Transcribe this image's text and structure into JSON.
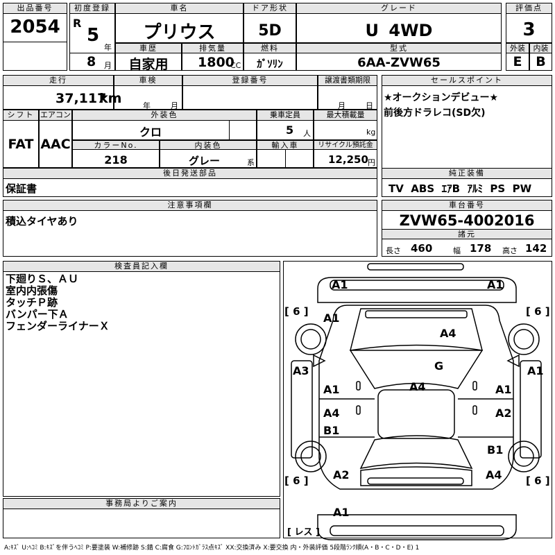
{
  "header": {
    "lot_no_label": "出品番号",
    "lot_no": "2054",
    "reg_label": "初度登録",
    "era": "R",
    "reg_year": "5",
    "year_unit": "年",
    "reg_month": "8",
    "month_unit": "月",
    "car_name_label": "車名",
    "car_name": "プリウス",
    "door_label": "ドア形状",
    "door": "5D",
    "grade_label": "グレード",
    "grade": "U 4WD",
    "score_label": "評価点",
    "score": "3",
    "history_label": "車歴",
    "history": "自家用",
    "displacement_label": "排気量",
    "displacement": "1800",
    "cc_unit": "CC",
    "fuel_label": "燃料",
    "fuel": "ｶﾞｿﾘﾝ",
    "model_label": "型式",
    "model": "6AA-ZVW65",
    "ext_label": "外装",
    "ext_grade": "E",
    "int_label": "内装",
    "int_grade": "B"
  },
  "row2": {
    "mileage_label": "走行",
    "mileage": "37,117",
    "km_unit": "km",
    "inspection_label": "車検",
    "ins_year_unit": "年",
    "ins_month_unit": "月",
    "reg_no_label": "登録番号",
    "transfer_label": "譲渡書類期限",
    "tr_month_unit": "月",
    "tr_day_unit": "日",
    "sales_label": "セールスポイント",
    "sales_1": "★オークションデビュー★",
    "sales_2": "前後方ドラレコ(SD欠)"
  },
  "row3": {
    "shift_label": "シフト",
    "shift": "FAT",
    "ac_label": "エアコン",
    "ac": "AAC",
    "ext_color_label": "外装色",
    "ext_color": "クロ",
    "capacity_label": "乗車定員",
    "capacity": "5",
    "person_unit": "人",
    "max_load_label": "最大積載量",
    "kg_unit": "kg",
    "color_no_label": "カラーNo.",
    "color_no": "218",
    "int_color_label": "内装色",
    "int_color": "グレー",
    "int_color_suffix": "系",
    "import_label": "輸入車",
    "recycle_label": "リサイクル預託金",
    "recycle": "12,250",
    "yen_unit": "円"
  },
  "later": {
    "label": "後日発送部品",
    "value": "保証書"
  },
  "equip": {
    "label": "純正装備",
    "value": "TV  ABS  ｴｱB  ｱﾙﾐ  PS  PW"
  },
  "notes": {
    "label": "注意事項欄",
    "value": "積込タイヤあり"
  },
  "chassis": {
    "label": "車台番号",
    "value": "ZVW65-4002016",
    "dims_label": "諸元",
    "len_label": "長さ",
    "len": "460",
    "wid_label": "幅",
    "wid": "178",
    "hgt_label": "高さ",
    "hgt": "142"
  },
  "inspector": {
    "label": "検査員記入欄",
    "lines": [
      "下廻りＳ、ＡＵ",
      "室内内張傷",
      "タッチＰ跡",
      "バンパー下Ａ",
      "フェンダーライナーＸ"
    ]
  },
  "office": {
    "label": "事務局よりご案内"
  },
  "diagram": {
    "tire_left_top": "[ 6 ]",
    "tire_right_top": "[ 6 ]",
    "tire_left_bot": "[ 6 ]",
    "tire_right_bot": "[ 6 ]",
    "spare": "[ レス ]",
    "codes": [
      "A1",
      "A1",
      "A1",
      "A4",
      "A3",
      "G",
      "A1",
      "A4",
      "A1",
      "A1",
      "A4",
      "A2",
      "B1",
      "B1",
      "A2",
      "A4",
      "A1"
    ]
  },
  "legend": "A:ｷｽﾞ U:ﾍｺﾐ B:ｷｽﾞを伴うﾍｺﾐ P:要塗装 W:補修跡 S:錆 C:腐食 G:ﾌﾛﾝﾄｶﾞﾗｽ点ｷｽﾞ XX:交換済み X:要交換 内・外装評価 5段階ﾗﾝｸ順(A・B・C・D・E) 1"
}
